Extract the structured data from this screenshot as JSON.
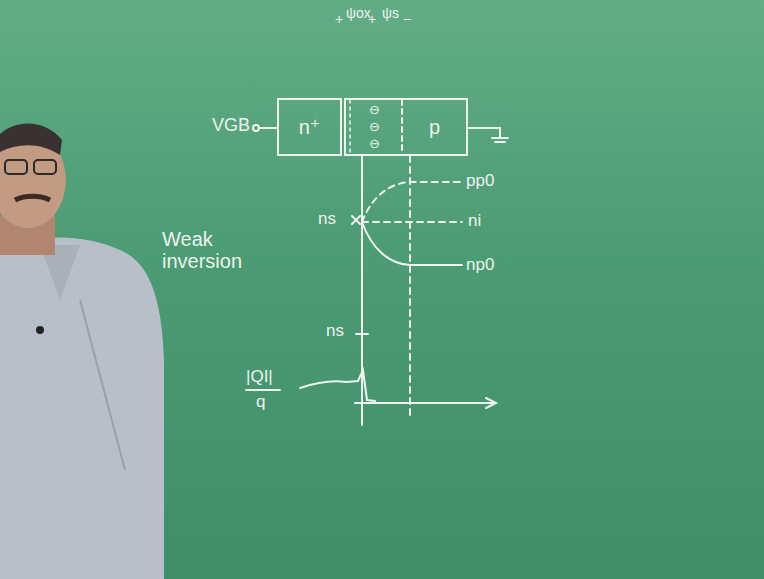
{
  "diagram": {
    "nodes": [
      {
        "text": [
          "n⁺"
        ]
      },
      {
        "text": [
          "p"
        ]
      }
    ],
    "labels": [
      "VGB",
      "ψox",
      "ψs",
      "+",
      "+",
      "−",
      "⊖",
      "⊖",
      "⊖",
      "pp0",
      "ni",
      "np0",
      "ns",
      "Weak inversion",
      "ns",
      "|QI|",
      "q"
    ]
  }
}
